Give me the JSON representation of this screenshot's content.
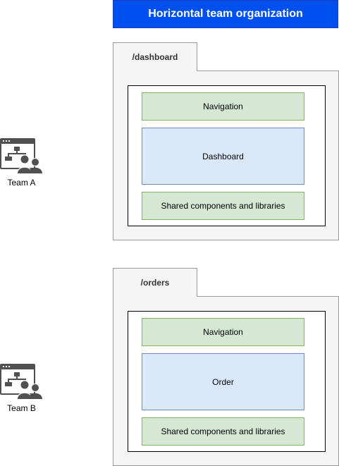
{
  "title": "Horizontal team organization",
  "sections": [
    {
      "route": "/dashboard",
      "team": "Team A",
      "blocks": {
        "navigation": "Navigation",
        "main": "Dashboard",
        "shared": "Shared components and libraries"
      }
    },
    {
      "route": "/orders",
      "team": "Team B",
      "blocks": {
        "navigation": "Navigation",
        "main": "Order",
        "shared": "Shared components and libraries"
      }
    }
  ],
  "icons": {
    "team": "team-hierarchy-icon"
  },
  "colors": {
    "title_fill": "#0050ef",
    "tab_fill": "#f5f5f5",
    "green_fill": "#d5e8d4",
    "green_border": "#82b366",
    "blue_fill": "#dae8fc",
    "blue_border": "#6c8ebf",
    "icon": "#505050"
  }
}
